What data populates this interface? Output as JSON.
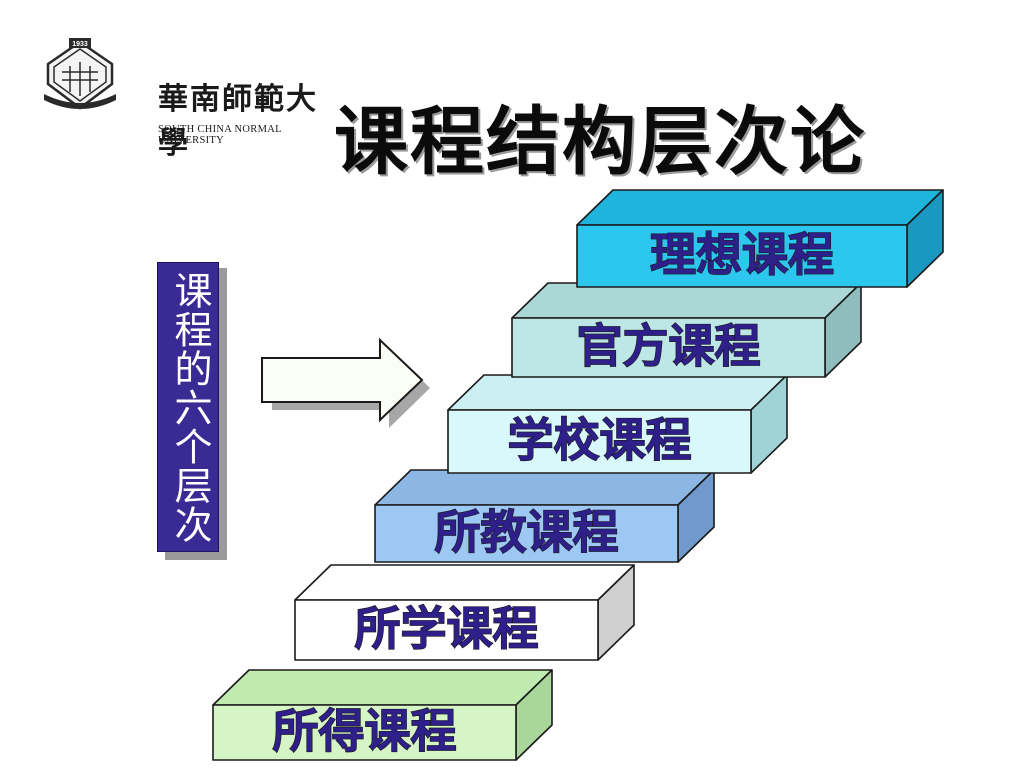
{
  "logo": {
    "year": "1933",
    "name_cn": "華南師範大學",
    "name_en": "SOUTH CHINA NORMAL UNIVERSITY"
  },
  "title": "课程结构层次论",
  "side_label": "课程的六个层次",
  "steps": [
    {
      "label": "所得课程",
      "front": "#d6f5c6",
      "top": "#bfeab0",
      "side": "#a9d69a"
    },
    {
      "label": "所学课程",
      "front": "#ffffff",
      "top": "#ffffff",
      "side": "#cfcfcf"
    },
    {
      "label": "所教课程",
      "front": "#9ec8f4",
      "top": "#8cb6e4",
      "side": "#6f9acb"
    },
    {
      "label": "学校课程",
      "front": "#d8f8fc",
      "top": "#cceff4",
      "side": "#9fd3d6"
    },
    {
      "label": "官方课程",
      "front": "#bde6e6",
      "top": "#abd7d7",
      "side": "#8fbcbc"
    },
    {
      "label": "理想课程",
      "front": "#2cc7ef",
      "top": "#1fb4dc",
      "side": "#1a98c2"
    }
  ]
}
